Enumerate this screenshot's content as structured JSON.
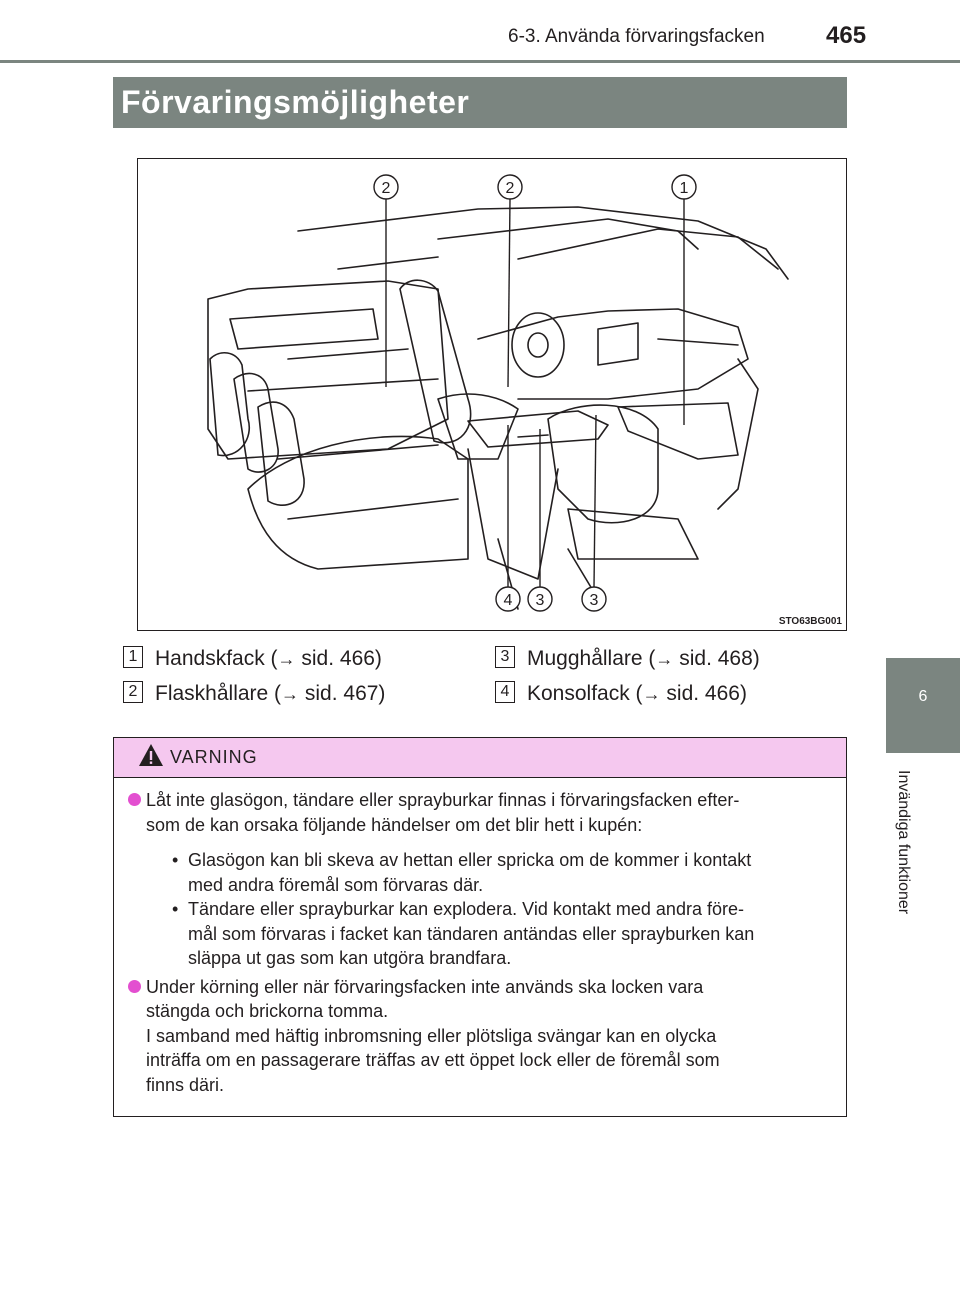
{
  "header": {
    "section_title": "6-3. Använda förvaringsfacken",
    "page_number": "465"
  },
  "section_heading": "Förvaringsmöjligheter",
  "side_tab": {
    "chapter_number": "6",
    "chapter_title": "Invändiga funktioner"
  },
  "figure": {
    "code": "STO63BG001",
    "callouts_top": [
      "2",
      "2",
      "1"
    ],
    "callouts_bottom": [
      "4",
      "3",
      "3"
    ]
  },
  "legend": [
    {
      "num": "1",
      "label": "Handskfack (",
      "arrow": "→",
      "ref": " sid. 466)"
    },
    {
      "num": "2",
      "label": "Flaskhållare (",
      "arrow": "→",
      "ref": " sid. 467)"
    },
    {
      "num": "3",
      "label": "Mugghållare (",
      "arrow": "→",
      "ref": " sid. 468)"
    },
    {
      "num": "4",
      "label": "Konsolfack (",
      "arrow": "→",
      "ref": " sid. 466)"
    }
  ],
  "warning": {
    "label": "VARNING",
    "items": [
      {
        "lines": [
          "Låt inte glasögon, tändare eller sprayburkar finnas i förvaringsfacken efter-",
          "som de kan orsaka följande händelser om det blir hett i kupén:"
        ],
        "sub": [
          {
            "bullet": "•",
            "lines": [
              "Glasögon kan bli skeva av hettan eller spricka om de kommer i kontakt",
              "med andra föremål som förvaras där."
            ]
          },
          {
            "bullet": "•",
            "lines": [
              "Tändare eller sprayburkar kan explodera. Vid kontakt med andra före-",
              "mål som förvaras i facket kan tändaren antändas eller sprayburken kan",
              "släppa ut gas som kan utgöra brandfara."
            ]
          }
        ]
      },
      {
        "lines": [
          "Under körning eller när förvaringsfacken inte används ska locken vara",
          "stängda och brickorna tomma.",
          "I samband med häftig inbromsning eller plötsliga svängar kan en olycka",
          "inträffa om en passagerare träffas av ett öppet lock eller de föremål som",
          "finns däri."
        ]
      }
    ]
  },
  "colors": {
    "gray_bar": "#7b8580",
    "warning_head": "#f5c8ef",
    "bullet": "#e34fd0"
  }
}
